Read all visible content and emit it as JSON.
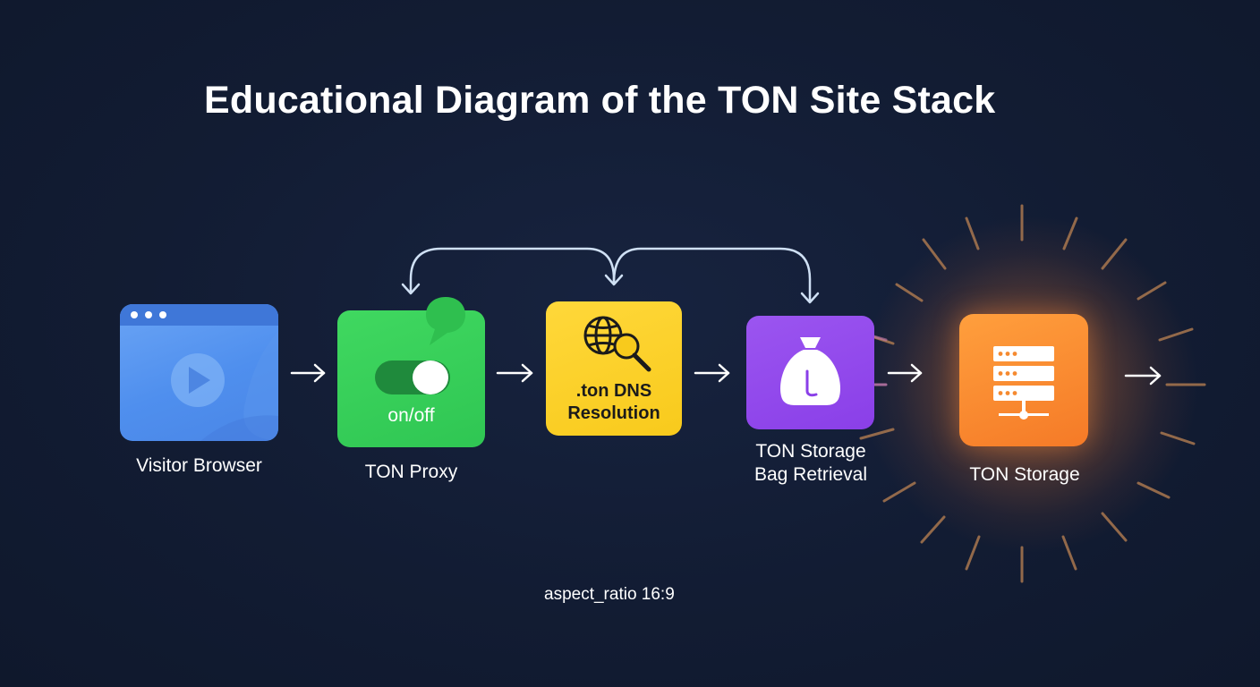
{
  "title": "Educational Diagram of the TON Site Stack",
  "nodes": {
    "browser": {
      "label": "Visitor Browser"
    },
    "proxy": {
      "label": "TON Proxy",
      "inner_text": "on/off"
    },
    "dns": {
      "inner_line1": ".ton DNS",
      "inner_line2": "Resolution"
    },
    "bag": {
      "label_line1": "TON Storage",
      "label_line2": "Bag Retrieval"
    },
    "storage": {
      "label": "TON Storage"
    }
  },
  "footer": "aspect_ratio 16:9",
  "colors": {
    "background": "#121c33",
    "browser": "#5b97f0",
    "proxy": "#36cf5a",
    "dns": "#fbcf27",
    "bag": "#9149ec",
    "storage": "#f98a30",
    "connector": "#cfe0f4"
  },
  "icons": [
    "browser-window-icon",
    "play-icon",
    "toggle-switch-icon",
    "speech-bubble-icon",
    "globe-search-icon",
    "money-bag-icon",
    "server-rack-icon"
  ]
}
